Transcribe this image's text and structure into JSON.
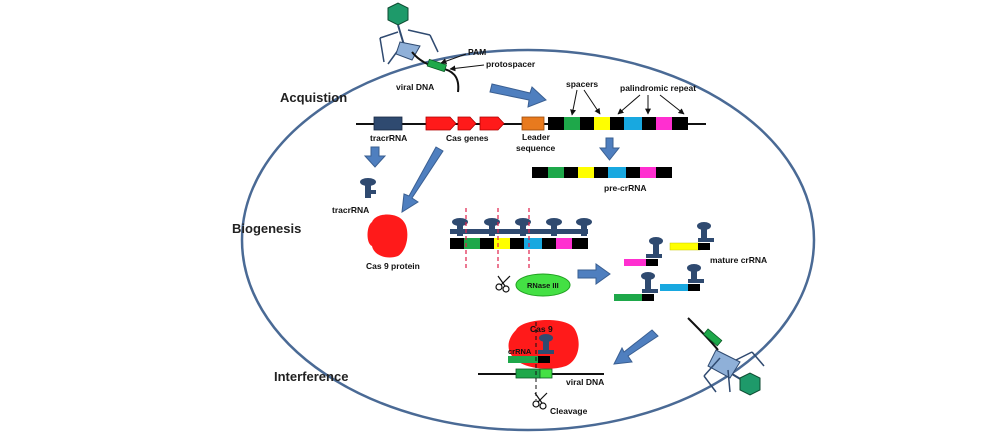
{
  "stages": {
    "acquisition": "Acquistion",
    "biogenesis": "Biogenesis",
    "interference": "Interference"
  },
  "labels": {
    "pam": "PAM",
    "protospacer": "protospacer",
    "viral_dna_top": "viral DNA",
    "spacers": "spacers",
    "palindromic_repeat": "palindromic repeat",
    "tracrrna_gene": "tracrRNA",
    "cas_genes": "Cas genes",
    "leader_line1": "Leader",
    "leader_line2": "sequence",
    "pre_crrna": "pre-crRNA",
    "tracrrna_mol": "tracrRNA",
    "cas9_protein": "Cas 9 protein",
    "rnase_iii": "RNase III",
    "mature_crrna": "mature crRNA",
    "cas9": "Cas 9",
    "crrna": "crRNA",
    "viral_dna_bottom": "viral DNA",
    "cleavage": "Cleavage"
  },
  "colors": {
    "cell_border": "#4a6a95",
    "arrow_fill": "#4f7fbf",
    "tracr_navy": "#2f4a70",
    "cas_red": "#ff1a1a",
    "leader_orange": "#e87a1e",
    "repeat_black": "#000000",
    "spacer_green": "#1ea84a",
    "spacer_yellow": "#ffff00",
    "spacer_cyan": "#18a8e0",
    "spacer_magenta": "#ff2fd0",
    "virus_head": "#1e9a6a",
    "rnase_green": "#44e044",
    "cut_line": "#e0204a"
  },
  "icons": [
    "bacteriophage-icon",
    "scissors-icon"
  ]
}
